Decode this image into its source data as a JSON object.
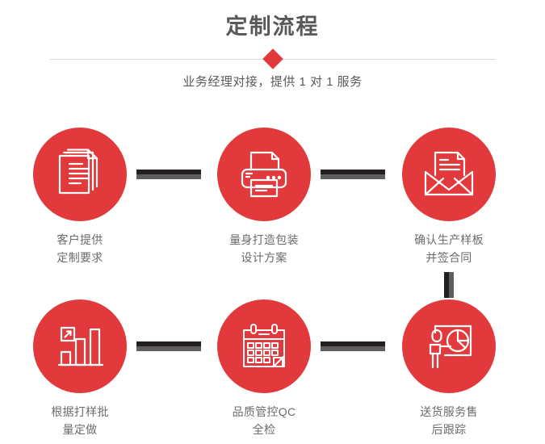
{
  "header": {
    "title": "定制流程",
    "subtitle": "业务经理对接，提供 1 对 1 服务",
    "divider_color": "#d8d8d8",
    "accent_color": "#e2393c",
    "title_color": "#585858"
  },
  "flow": {
    "circle_color": "#e2393c",
    "connector_color": "#231f20",
    "connector_shadow_color": "#5e5e5e",
    "label_color": "#6b6b6b",
    "steps": [
      {
        "index": 1,
        "icon": "documents-stack-icon",
        "line1": "客户提供",
        "line2": "定制要求"
      },
      {
        "index": 2,
        "icon": "printer-icon",
        "line1": "量身打造包装",
        "line2": "设计方案"
      },
      {
        "index": 3,
        "icon": "envelope-letter-icon",
        "line1": "确认生产样板",
        "line2": "并签合同"
      },
      {
        "index": 4,
        "icon": "bar-chart-icon",
        "line1": "根据打样批",
        "line2": "量定做"
      },
      {
        "index": 5,
        "icon": "calendar-icon",
        "line1": "品质管控QC",
        "line2": "全检"
      },
      {
        "index": 6,
        "icon": "presenter-chart-icon",
        "line1": "送货服务售",
        "line2": "后跟踪"
      }
    ],
    "connectors": [
      {
        "name": "step1-to-step2",
        "orientation": "horizontal"
      },
      {
        "name": "step2-to-step3",
        "orientation": "horizontal"
      },
      {
        "name": "step3-to-step6",
        "orientation": "vertical"
      },
      {
        "name": "step4-to-step5",
        "orientation": "horizontal"
      },
      {
        "name": "step5-to-step6",
        "orientation": "horizontal"
      }
    ]
  }
}
